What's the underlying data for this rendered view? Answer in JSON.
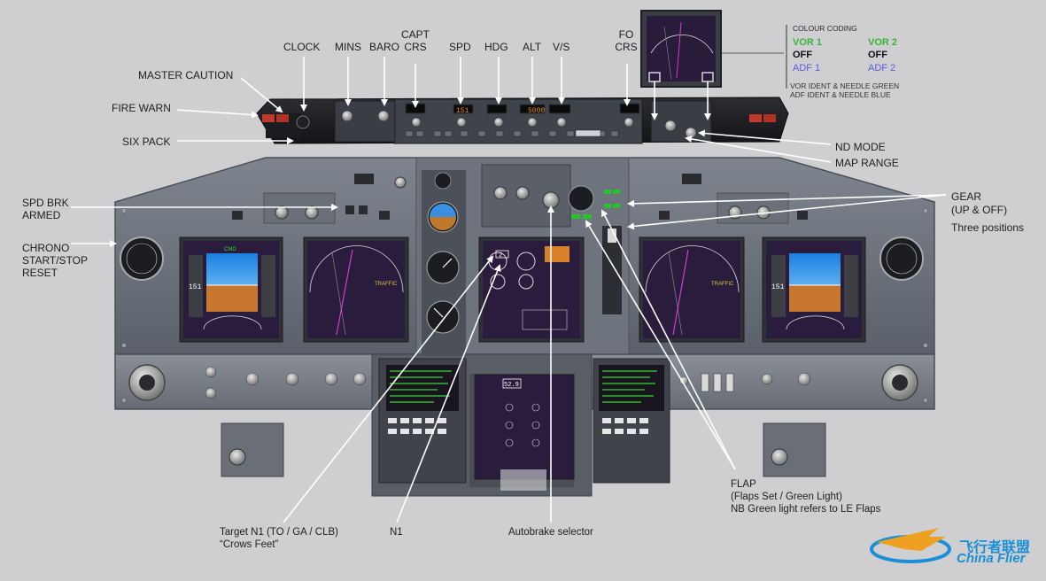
{
  "labels": {
    "clock": "CLOCK",
    "mins": "MINS",
    "baro": "BARO",
    "capt_crs": [
      "CAPT",
      "CRS"
    ],
    "spd": "SPD",
    "hdg": "HDG",
    "alt": "ALT",
    "vs": "V/S",
    "fo_crs": [
      "FO",
      "CRS"
    ],
    "master_caution": "MASTER CAUTION",
    "fire_warn": "FIRE WARN",
    "six_pack": "SIX PACK",
    "spd_brk_armed": [
      "SPD BRK",
      "ARMED"
    ],
    "chrono": [
      "CHRONO",
      "START/STOP",
      "RESET"
    ],
    "nd_mode": "ND MODE",
    "map_range": "MAP RANGE",
    "gear": [
      "GEAR",
      "(UP & OFF)",
      "Three positions"
    ],
    "flap": [
      "FLAP",
      "(Flaps Set / Green Light)",
      "NB Green light refers to LE Flaps"
    ],
    "target_n1": [
      "Target N1 (TO / GA / CLB)",
      "“Crows Feet”"
    ],
    "n1": "N1",
    "autobrake_selector": "Autobrake selector"
  },
  "colour_coding": {
    "title": "COLOUR CODING",
    "vor1": "VOR 1",
    "vor2": "VOR 2",
    "off1": "OFF",
    "off2": "OFF",
    "adf1": "ADF 1",
    "adf2": "ADF 2",
    "note1": "VOR IDENT & NEEDLE GREEN",
    "note2": "ADF IDENT & NEEDLE BLUE",
    "colors": {
      "vor": "#39b539",
      "off": "#111111",
      "adf": "#5a5ad8"
    }
  },
  "logo": {
    "line1": "飞行者联盟",
    "line2": "China Flier",
    "color": "#1a8fd6"
  },
  "cockpit_readouts": {
    "spd_window": "151",
    "alt_window": "5000",
    "pfd_speed": "151",
    "pfd_speed_r": "151",
    "pfd_mode": "CMD",
    "nd_traffic": "TRAFFIC",
    "eicas_n1_l": "2",
    "eicas_n1_r": "52.9"
  }
}
